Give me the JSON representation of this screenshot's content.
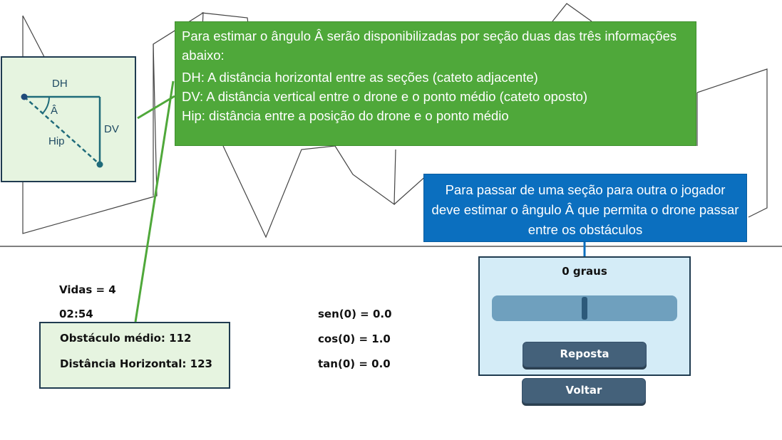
{
  "diagram": {
    "label_dh": "DH",
    "label_angle": "Â",
    "label_dv": "DV",
    "label_hip": "Hip"
  },
  "info_callout": {
    "intro": "Para estimar o ângulo Â serão disponibilizadas por seção duas das três informações abaixo:",
    "lines": [
      "DH: A distância horizontal entre as seções (cateto adjacente)",
      "DV: A distância vertical entre o drone  e o ponto médio (cateto oposto)",
      "Hip: distância entre a posição do drone e o ponto médio"
    ]
  },
  "tip_callout": {
    "text": "Para passar de uma seção para outra o jogador deve estimar o ângulo Â que permita o drone passar entre os obstáculos"
  },
  "hud": {
    "lives": "Vidas = 4",
    "timer": "02:54",
    "obstacle": "Obstáculo médio: 112",
    "horizontal": "Distância Horizontal: 123",
    "sen": "sen(0) = 0.0",
    "cos": "cos(0) = 1.0",
    "tan": "tan(0) = 0.0"
  },
  "angle_panel": {
    "value_label": "0 graus",
    "slider_fraction": 0.5,
    "submit_label": "Reposta",
    "back_label": "Voltar"
  },
  "colors": {
    "info_callout": "#4fa83a",
    "tip_callout": "#0b6fbf",
    "panel_bg": "#d4ecf7",
    "button": "#44617a"
  }
}
